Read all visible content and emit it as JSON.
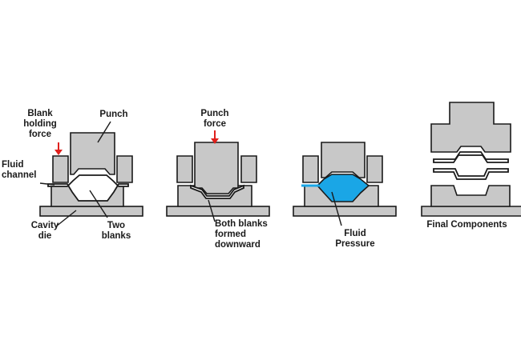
{
  "labels": {
    "punch": "Punch",
    "blank_holding_force": "Blank\nholding\nforce",
    "fluid_channel": "Fluid\nchannel",
    "cavity_die": "Cavity\ndie",
    "two_blanks": "Two\nblanks",
    "punch_force": "Punch\nforce",
    "both_blanks_formed": "Both blanks\nformed\ndownward",
    "fluid_pressure": "Fluid\nPressure",
    "final_components": "Final Components"
  },
  "colors": {
    "tool_fill": "#c8c8c8",
    "outline": "#1a1a1a",
    "force_arrow": "#e0201c",
    "fluid": "#1aa6e6",
    "blank": "#ffffff"
  },
  "icons": {
    "force_arrow": "red-down-arrow"
  }
}
